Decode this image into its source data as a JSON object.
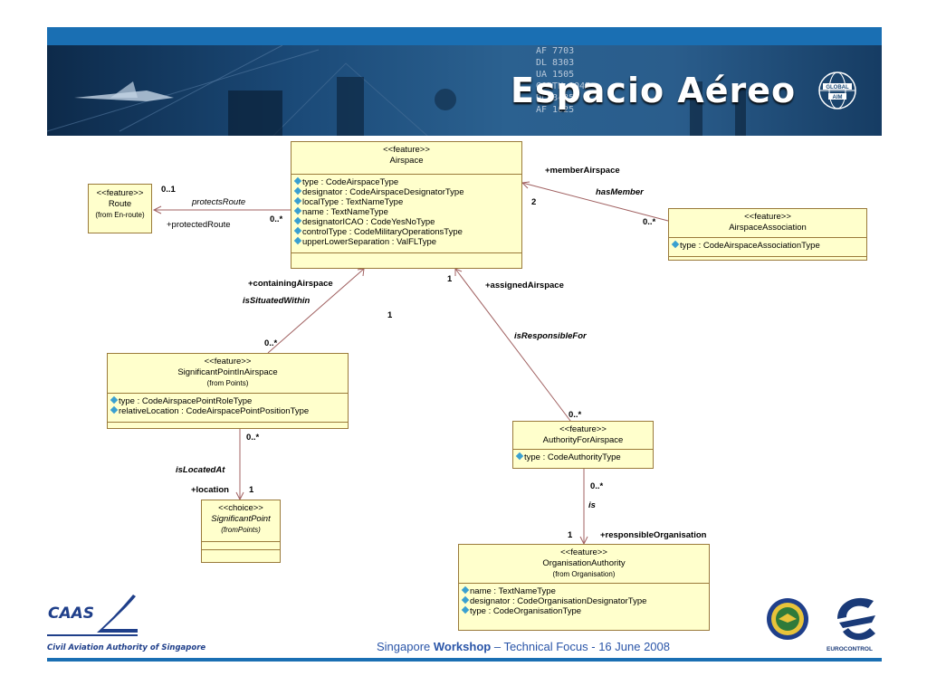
{
  "header": {
    "title": "Espacio Aéreo",
    "board_lines": [
      "AF 7703",
      "DL 8303",
      "UA 1505",
      "GARTH 1045",
      "DL 8485",
      "AF 1025"
    ],
    "logo_top": "GLOBAL",
    "logo_bottom": "AIM"
  },
  "classes": {
    "airspace": {
      "stereotype": "<<feature>>",
      "name": "Airspace",
      "attributes": [
        "type : CodeAirspaceType",
        "designator : CodeAirspaceDesignatorType",
        "localType : TextNameType",
        "name : TextNameType",
        "designatorICAO : CodeYesNoType",
        "controlType : CodeMilitaryOperationsType",
        "upperLowerSeparation : ValFLType"
      ]
    },
    "route": {
      "stereotype": "<<feature>>",
      "name": "Route",
      "from": "(from En-route)"
    },
    "airspace_association": {
      "stereotype": "<<feature>>",
      "name": "AirspaceAssociation",
      "attributes": [
        "type : CodeAirspaceAssociationType"
      ]
    },
    "significant_point_in_airspace": {
      "stereotype": "<<feature>>",
      "name": "SignificantPointInAirspace",
      "from": "(from Points)",
      "attributes": [
        "type : CodeAirspacePointRoleType",
        "relativeLocation : CodeAirspacePointPositionType"
      ]
    },
    "significant_point": {
      "stereotype": "<<choice>>",
      "name": "SignificantPoint",
      "from": "(fromPoints)"
    },
    "authority_for_airspace": {
      "stereotype": "<<feature>>",
      "name": "AuthorityForAirspace",
      "attributes": [
        "type : CodeAuthorityType"
      ]
    },
    "organisation_authority": {
      "stereotype": "<<feature>>",
      "name": "OrganisationAuthority",
      "from": "(from Organisation)",
      "attributes": [
        "name : TextNameType",
        "designator : CodeOrganisationDesignatorType",
        "type : CodeOrganisationType"
      ]
    }
  },
  "associations": {
    "route": {
      "name": "protectsRoute",
      "role": "+protectedRoute",
      "mult_target": "0..1",
      "mult_source": "0..*"
    },
    "member": {
      "name": "hasMember",
      "role": "+memberAirspace",
      "mult_target": "2",
      "mult_source": "0..*"
    },
    "containing": {
      "name": "isSituatedWithin",
      "role": "+containingAirspace",
      "mult_target": "1",
      "mult_source": "0..*"
    },
    "assigned": {
      "name": "isResponsibleFor",
      "role": "+assignedAirspace",
      "mult_target": "1",
      "mult_source": "0..*"
    },
    "location": {
      "name": "isLocatedAt",
      "role": "+location",
      "mult_target": "1",
      "mult_source": "0..*"
    },
    "responsible": {
      "name": "is",
      "role": "+responsibleOrganisation",
      "mult_target": "1",
      "mult_source": "0..*"
    }
  },
  "footer": {
    "org_logo_text": "CAAS",
    "org_name": "Civil Aviation Authority of Singapore",
    "text_before": "Singapore ",
    "text_bold": "Workshop",
    "text_after": " – Technical Focus - 16 June 2008",
    "eurocontrol": "EUROCONTROL"
  }
}
